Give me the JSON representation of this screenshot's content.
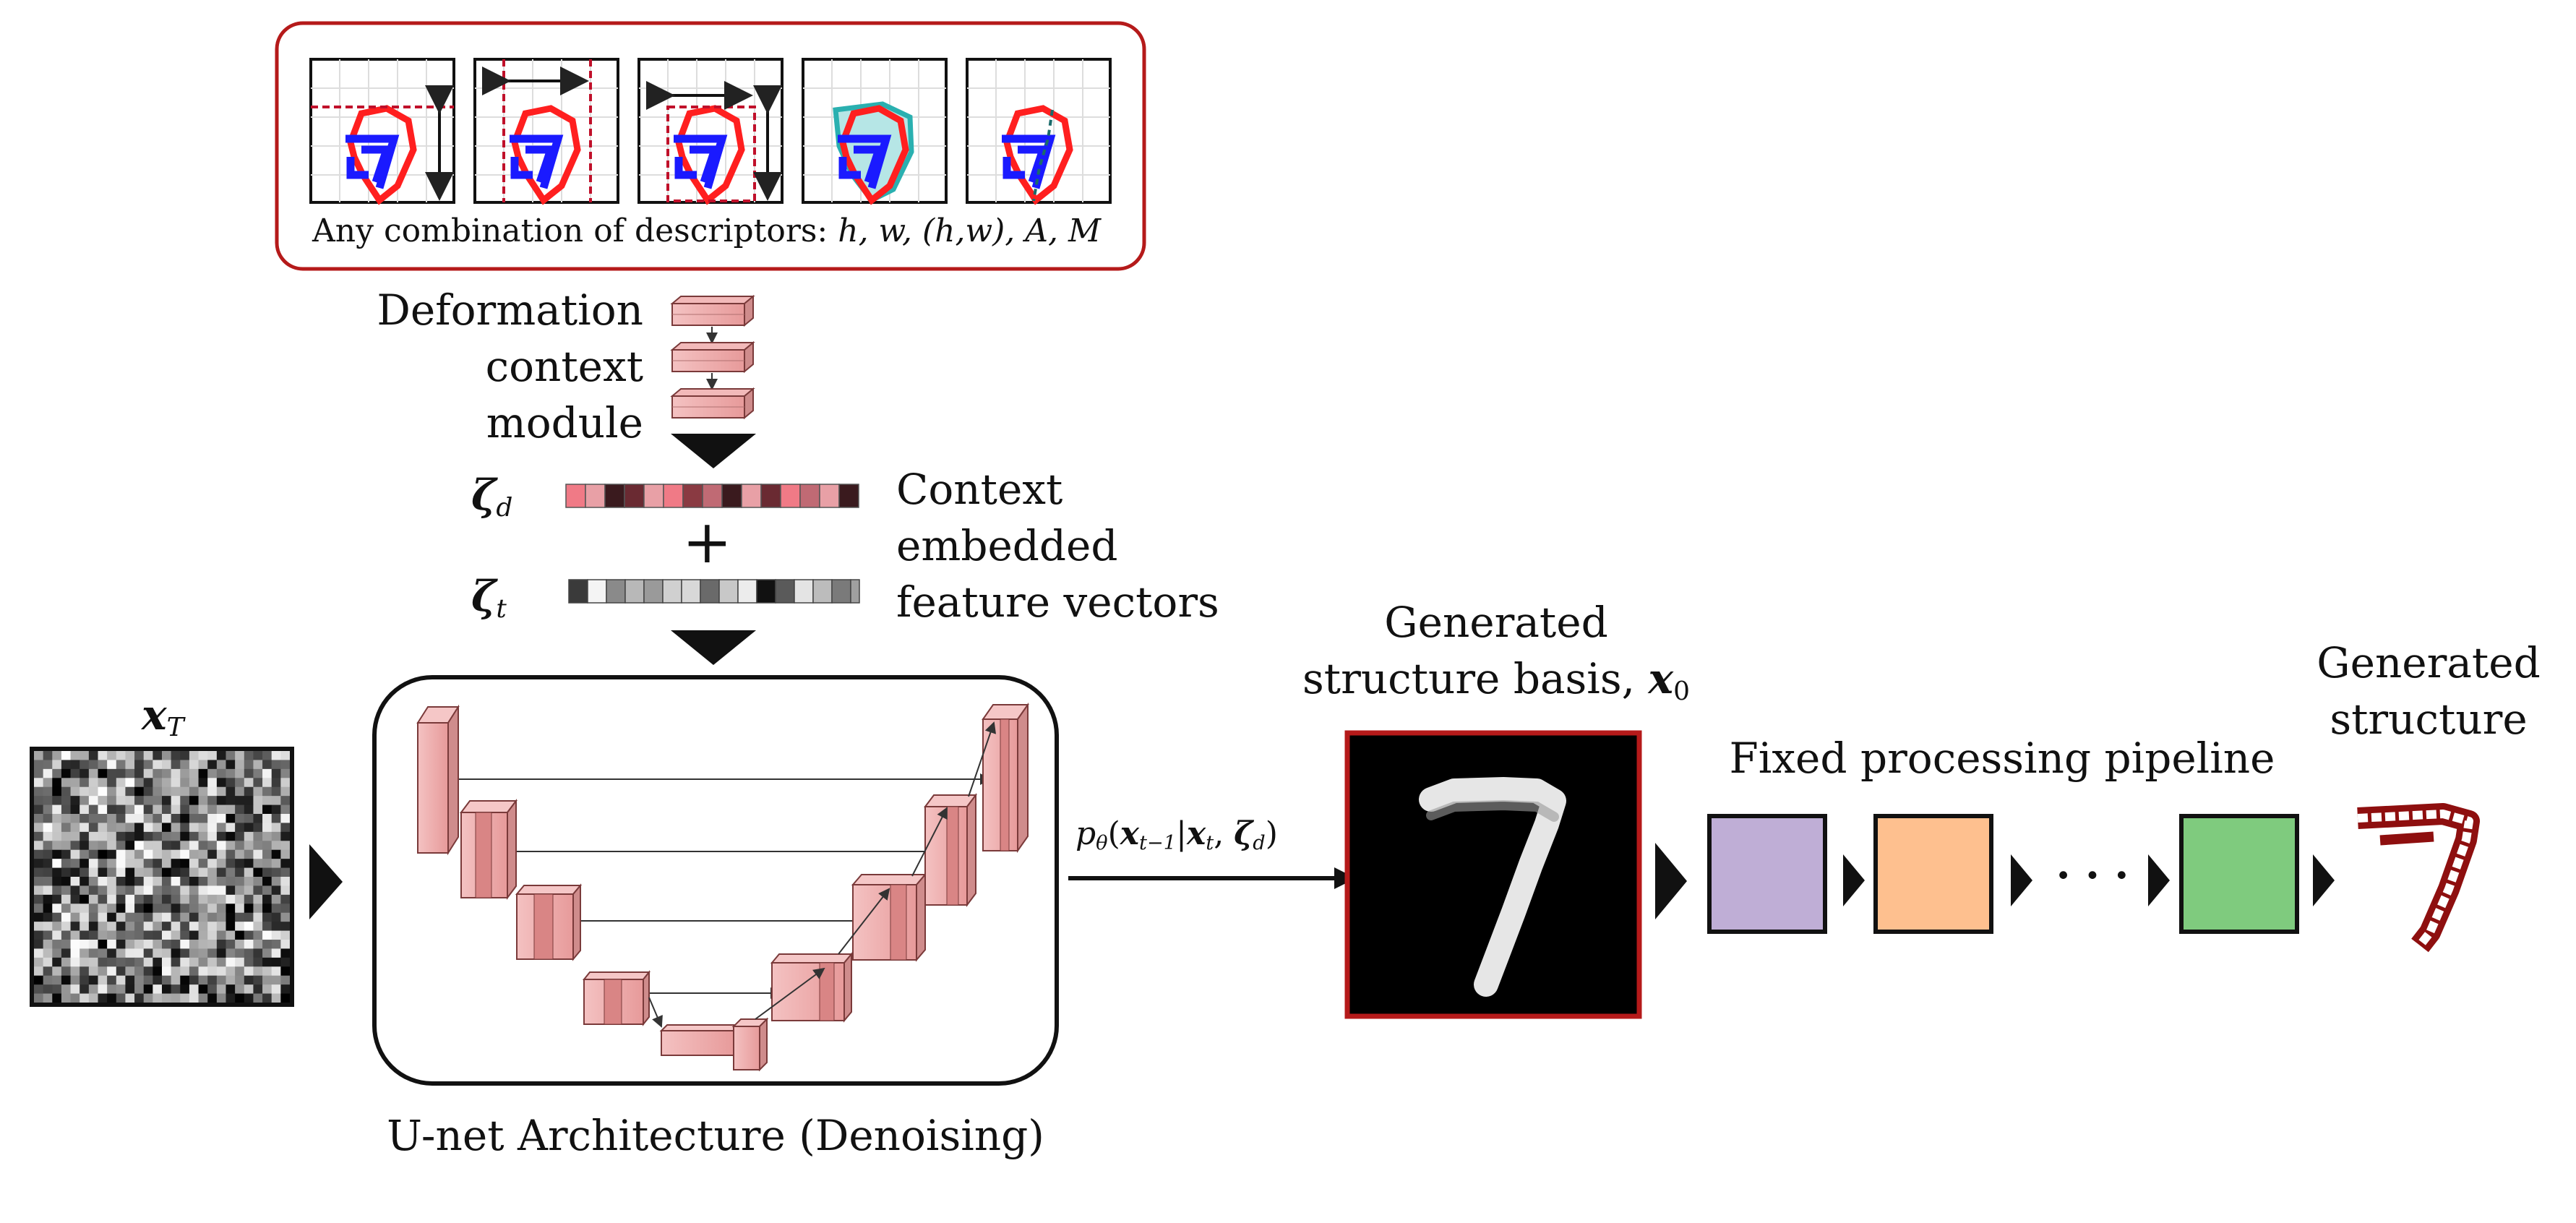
{
  "descriptor_panel": {
    "caption_prefix": "Any combination of descriptors: ",
    "caption_math": "h, w, (h,w), A, M",
    "digit": "7",
    "accent_color": "#b51a1a"
  },
  "context_module": {
    "label_line1": "Deformation",
    "label_line2": "context",
    "label_line3": "module"
  },
  "vectors": {
    "zeta_symbol": "ζ",
    "zeta_d_sub": "d",
    "zeta_t_sub": "t",
    "plus": "+",
    "side_line1": "Context",
    "side_line2": "embedded",
    "side_line3": "feature vectors"
  },
  "noise_input": {
    "symbol": "x",
    "sub": "T"
  },
  "unet": {
    "caption": "U-net Architecture (Denoising)"
  },
  "transition": {
    "p": "p",
    "theta": "θ",
    "open": "(",
    "x1": "x",
    "x1_sub": "t−1",
    "bar": "|",
    "x2": "x",
    "x2_sub": "t",
    "comma": ", ",
    "z": "ζ",
    "z_sub": "d",
    "close": ")"
  },
  "structure_basis": {
    "title_line1": "Generated",
    "title_line2": "structure basis, ",
    "math": "x",
    "sub": "0",
    "digit": "7"
  },
  "pipeline": {
    "title": "Fixed processing pipeline",
    "dots": "· · ·",
    "colors": [
      "#bfaed6",
      "#fec08f",
      "#7fcb7e"
    ]
  },
  "output": {
    "title_line1": "Generated",
    "title_line2": "structure",
    "digit": "7",
    "color": "#8e0f0f"
  }
}
